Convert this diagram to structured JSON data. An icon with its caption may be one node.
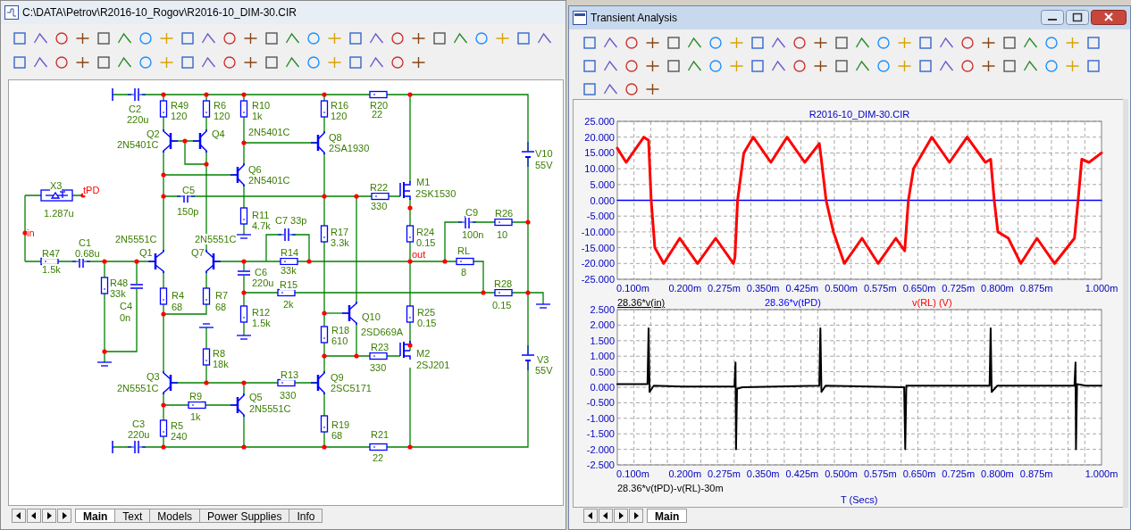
{
  "diagram": {
    "nodes": [
      {
        "text": [
          "C:\\DATA\\Petrov\\R2016-10_Rogov\\R2016-10_DIM-30.CIR"
        ]
      },
      {
        "text": [
          "Transient Analysis"
        ]
      }
    ],
    "labels": [
      "C2",
      "220u",
      "R49",
      "120",
      "R6",
      "120",
      "R10",
      "1k",
      "R16",
      "120",
      "R20",
      "22",
      "Q2",
      "2N5401C",
      "Q4",
      "2N5401C",
      "Q8",
      "2SA1930",
      "V10",
      "55V",
      "Q6",
      "2N5401C",
      "X3",
      "tPD",
      "M1",
      "2SK1530",
      "C5",
      "R22",
      "1.287u",
      "150p",
      "330",
      "C9",
      "R26",
      "R11",
      "4.7k",
      "C7 33p",
      "R24",
      "0.15",
      "100n",
      "10",
      "in",
      "2N5551C",
      "2N5551C",
      "R17",
      "3.3k",
      "R14",
      "C1",
      "0.68u",
      "R47",
      "Q1",
      "Q7",
      "RL",
      "out",
      "1.5k",
      "33k",
      "8",
      "C6",
      "220u",
      "R48",
      "33k",
      "R15",
      "R28",
      "2k",
      "0.15",
      "R4",
      "68",
      "R7",
      "68",
      "C4",
      "0n",
      "R12",
      "1.5k",
      "Q10",
      "R25",
      "0.15",
      "2SD669A",
      "R18",
      "610",
      "R8",
      "18k",
      "R23",
      "M2",
      "2SJ201",
      "V3",
      "55V",
      "330",
      "Q3",
      "R13",
      "Q9",
      "2N5551C",
      "2SC5171",
      "330",
      "R9",
      "Q5",
      "2N5551C",
      "1k",
      "C3",
      "R5",
      "R19",
      "220u",
      "240",
      "68",
      "R21",
      "22",
      "Main",
      "Text",
      "Models",
      "Power Supplies",
      "Info",
      "Main"
    ],
    "chart_data": [
      {
        "type": "line",
        "title": "R2016-10_DIM-30.CIR",
        "xlim": [
          0.07,
          1.0
        ],
        "ylim": [
          -25,
          25
        ],
        "grid": true,
        "xticks": [
          {
            "value": 0.1,
            "label": "0.100m"
          },
          {
            "value": 0.2,
            "label": "0.200m"
          },
          {
            "value": 0.275,
            "label": "0.275m"
          },
          {
            "value": 0.35,
            "label": "0.350m"
          },
          {
            "value": 0.425,
            "label": "0.425m"
          },
          {
            "value": 0.5,
            "label": "0.500m"
          },
          {
            "value": 0.575,
            "label": "0.575m"
          },
          {
            "value": 0.65,
            "label": "0.650m"
          },
          {
            "value": 0.725,
            "label": "0.725m"
          },
          {
            "value": 0.8,
            "label": "0.800m"
          },
          {
            "value": 0.875,
            "label": "0.875m"
          },
          {
            "value": 1.0,
            "label": "1.000m"
          }
        ],
        "yticks": [
          {
            "value": 25,
            "label": "25.000"
          },
          {
            "value": 20,
            "label": "20.000"
          },
          {
            "value": 15,
            "label": "15.000"
          },
          {
            "value": 10,
            "label": "10.000"
          },
          {
            "value": 5,
            "label": "5.000"
          },
          {
            "value": 0,
            "label": "0.000"
          },
          {
            "value": -5,
            "label": "-5.000"
          },
          {
            "value": -10,
            "label": "-10.000"
          },
          {
            "value": -15,
            "label": "-15.000"
          },
          {
            "value": -20,
            "label": "-20.000"
          },
          {
            "value": -25,
            "label": "-25.000"
          }
        ],
        "x": [
          0.07,
          0.087,
          0.121,
          0.13,
          0.135,
          0.142,
          0.159,
          0.19,
          0.224,
          0.259,
          0.293,
          0.296,
          0.301,
          0.313,
          0.331,
          0.365,
          0.396,
          0.43,
          0.458,
          0.461,
          0.471,
          0.485,
          0.506,
          0.54,
          0.571,
          0.605,
          0.622,
          0.629,
          0.639,
          0.674,
          0.708,
          0.742,
          0.777,
          0.787,
          0.794,
          0.801,
          0.821,
          0.845,
          0.876,
          0.91,
          0.948,
          0.955,
          0.962,
          0.976,
          1.0
        ],
        "series": [
          {
            "name": "28.36*v(in)",
            "color": "#000000",
            "values": [
              null,
              null,
              null,
              null,
              null,
              null,
              null,
              null,
              null,
              null,
              null,
              null,
              null,
              null,
              null,
              null,
              null,
              null,
              null,
              null,
              null,
              null,
              null,
              null,
              null,
              null,
              null,
              null,
              null,
              null,
              null,
              null,
              null,
              null,
              null,
              null,
              null,
              null,
              null,
              null,
              null,
              null,
              null,
              null,
              null
            ]
          },
          {
            "name": "28.36*v(tPD)",
            "color": "#0000ff",
            "values": [
              0,
              0,
              0,
              0,
              0,
              0,
              0,
              0,
              0,
              0,
              0,
              0,
              0,
              0,
              0,
              0,
              0,
              0,
              0,
              0,
              0,
              0,
              0,
              0,
              0,
              0,
              0,
              0,
              0,
              0,
              0,
              0,
              0,
              0,
              0,
              0,
              0,
              0,
              0,
              0,
              0,
              0,
              0,
              0,
              0
            ]
          },
          {
            "name": "v(RL) (V)",
            "color": "#ff0000",
            "values": [
              16.5,
              12,
              20,
              19,
              0,
              -15,
              -20,
              -12,
              -20,
              -12,
              -20,
              -18,
              0,
              15,
              20,
              12,
              20,
              12,
              18,
              14,
              0,
              -10,
              -20,
              -12,
              -20,
              -12,
              -16,
              0,
              10,
              20,
              12,
              20,
              12,
              13,
              0,
              -10,
              -12,
              -20,
              -12,
              -20,
              -12,
              0,
              13,
              12,
              15
            ]
          }
        ]
      },
      {
        "type": "line",
        "xlabel": "T (Secs)",
        "xlim": [
          0.07,
          1.0
        ],
        "ylim": [
          -2.5,
          2.5
        ],
        "grid": true,
        "xticks": [
          {
            "value": 0.1,
            "label": "0.100m"
          },
          {
            "value": 0.2,
            "label": "0.200m"
          },
          {
            "value": 0.275,
            "label": "0.275m"
          },
          {
            "value": 0.35,
            "label": "0.350m"
          },
          {
            "value": 0.425,
            "label": "0.425m"
          },
          {
            "value": 0.5,
            "label": "0.500m"
          },
          {
            "value": 0.575,
            "label": "0.575m"
          },
          {
            "value": 0.65,
            "label": "0.650m"
          },
          {
            "value": 0.725,
            "label": "0.725m"
          },
          {
            "value": 0.8,
            "label": "0.800m"
          },
          {
            "value": 0.875,
            "label": "0.875m"
          },
          {
            "value": 1.0,
            "label": "1.000m"
          }
        ],
        "yticks": [
          {
            "value": 2.5,
            "label": "2.500"
          },
          {
            "value": 2,
            "label": "2.000"
          },
          {
            "value": 1.5,
            "label": "1.500"
          },
          {
            "value": 1,
            "label": "1.000"
          },
          {
            "value": 0.5,
            "label": "0.500"
          },
          {
            "value": 0,
            "label": "0.000"
          },
          {
            "value": -0.5,
            "label": "-0.500"
          },
          {
            "value": -1,
            "label": "-1.000"
          },
          {
            "value": -1.5,
            "label": "-1.500"
          },
          {
            "value": -2,
            "label": "-2.000"
          },
          {
            "value": -2.5,
            "label": "-2.500"
          }
        ],
        "x": [
          0.07,
          0.128,
          0.13,
          0.132,
          0.14,
          0.2,
          0.295,
          0.297,
          0.298,
          0.3,
          0.31,
          0.458,
          0.46,
          0.462,
          0.47,
          0.621,
          0.623,
          0.625,
          0.785,
          0.787,
          0.789,
          0.8,
          0.948,
          0.95,
          0.951,
          0.953,
          0.97,
          1.0
        ],
        "series": [
          {
            "name": "28.36*v(tPD)-v(RL)-30m",
            "color": "#000000",
            "values": [
              0.1,
              0.1,
              1.9,
              -0.15,
              0.05,
              0.02,
              0.02,
              0.8,
              -2.0,
              -0.05,
              0,
              0.05,
              1.9,
              -0.15,
              0.05,
              0,
              -2.0,
              0.05,
              0.05,
              1.9,
              -0.15,
              0.05,
              0.05,
              0.8,
              -2.0,
              0.1,
              0.05,
              0.05
            ]
          }
        ]
      }
    ]
  }
}
